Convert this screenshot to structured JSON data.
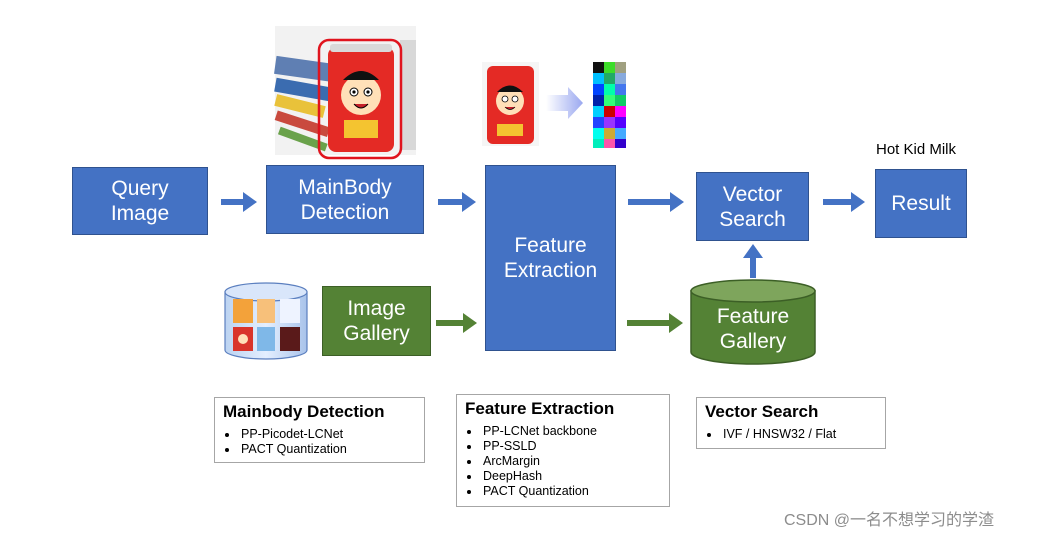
{
  "nodes": {
    "query_image": "Query\nImage",
    "mainbody_detection": "MainBody\nDetection",
    "feature_extraction": "Feature\nExtraction",
    "vector_search": "Vector\nSearch",
    "result": "Result",
    "image_gallery": "Image\nGallery",
    "feature_gallery": "Feature\nGallery"
  },
  "result_caption": "Hot Kid Milk",
  "panels": {
    "mainbody": {
      "title": "Mainbody Detection",
      "items": [
        "PP-Picodet-LCNet",
        "PACT Quantization"
      ]
    },
    "feature": {
      "title": "Feature Extraction",
      "items": [
        "PP-LCNet backbone",
        "PP-SSLD",
        "ArcMargin",
        "DeepHash",
        "PACT Quantization"
      ]
    },
    "vector": {
      "title": "Vector Search",
      "items": [
        "IVF / HNSW32 / Flat"
      ]
    }
  },
  "watermark": "CSDN @一名不想学习的学渣",
  "colors": {
    "node_blue": "#4472c4",
    "node_green": "#548235",
    "arrow_blue": "#4472c4",
    "arrow_green": "#548235",
    "detection_box": "#e0141e"
  }
}
